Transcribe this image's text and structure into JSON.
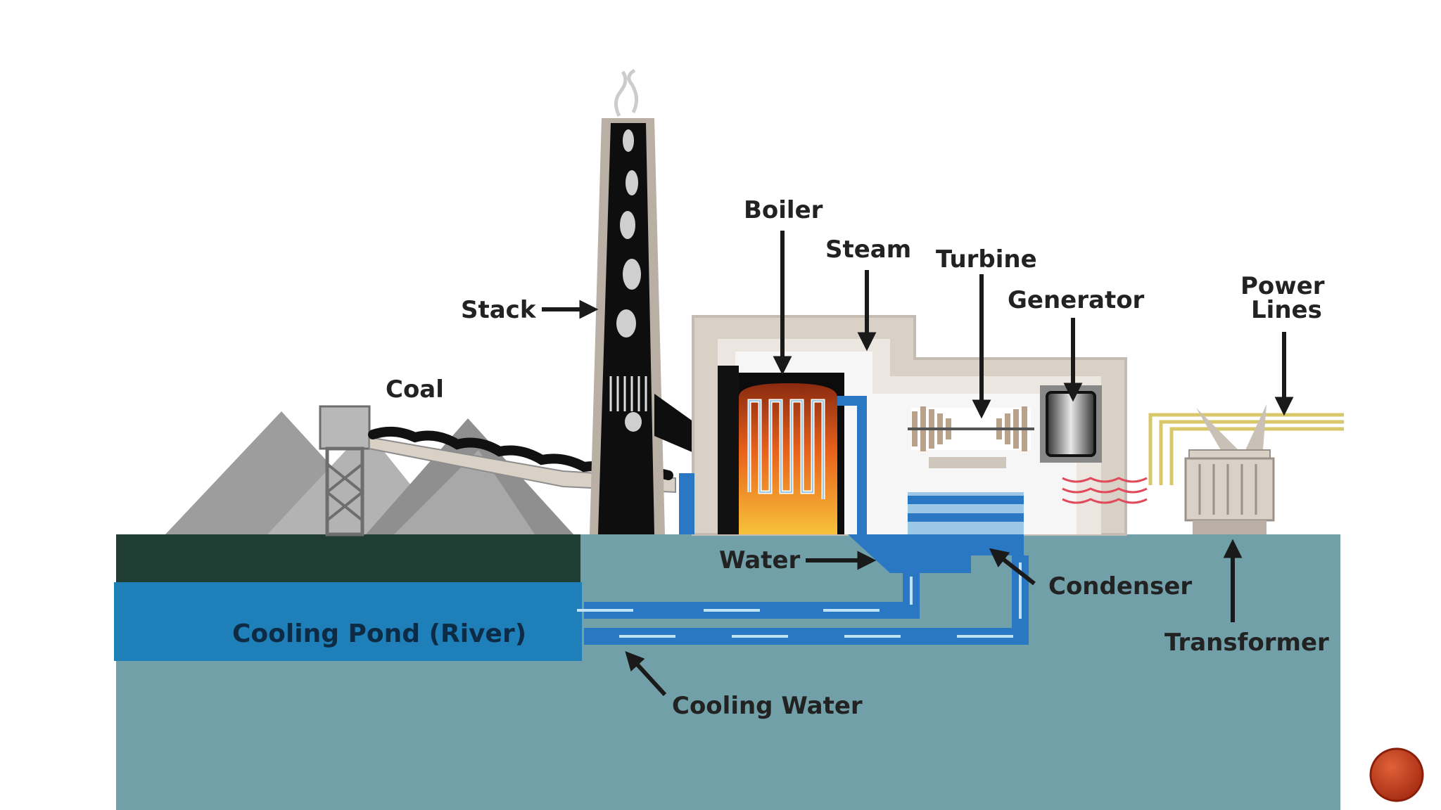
{
  "diagram": {
    "labels": {
      "stack": "Stack",
      "coal": "Coal",
      "boiler": "Boiler",
      "steam": "Steam",
      "turbine": "Turbine",
      "generator": "Generator",
      "power_lines_line1": "Power",
      "power_lines_line2": "Lines",
      "water": "Water",
      "condenser": "Condenser",
      "transformer": "Transformer",
      "cooling_pond": "Cooling Pond (River)",
      "cooling_water": "Cooling Water"
    }
  },
  "colors": {
    "ground": "#72a0a8",
    "pond": "#1f7fb8",
    "pond_top": "#1f3d33",
    "concrete": "#ddd6cf",
    "coal": "#111111",
    "water_pipe": "#2a78c4",
    "wire": "#d8c86a",
    "nav_button": "#c23c1c"
  },
  "icons": {
    "nav_button": "circle-next-icon"
  }
}
